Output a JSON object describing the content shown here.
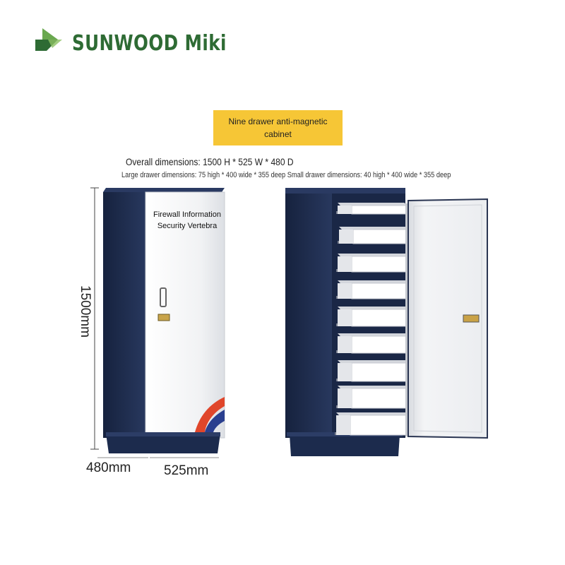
{
  "brand": {
    "name": "SUNWOOD Miki",
    "colors": {
      "logo": "#3a7d3a",
      "text": "#2e6b34",
      "accent": "#1e5a2e"
    },
    "logo_icon": "leaf-arrow-logo"
  },
  "product": {
    "label": "Nine drawer anti-magnetic cabinet",
    "label_bg": "#f6c636",
    "overall_dimensions": "Overall dimensions: 1500 H * 525 W * 480 D",
    "drawer_dimensions": "Large drawer dimensions: 75 high * 400 wide * 355 deep Small drawer dimensions: 40 high * 400 wide * 355 deep"
  },
  "measurements": {
    "height": "1500mm",
    "depth": "480mm",
    "width": "525mm"
  },
  "cabinet_door_text": "Firewall Information Security Vertebra",
  "colors": {
    "cabinet_body": "#1f2f52",
    "cabinet_dark": "#152340",
    "door": "#f2f3f5",
    "drawer": "#ffffff",
    "swoosh_red": "#e0462b",
    "swoosh_blue": "#2a3f8f"
  },
  "drawer_count": 9
}
